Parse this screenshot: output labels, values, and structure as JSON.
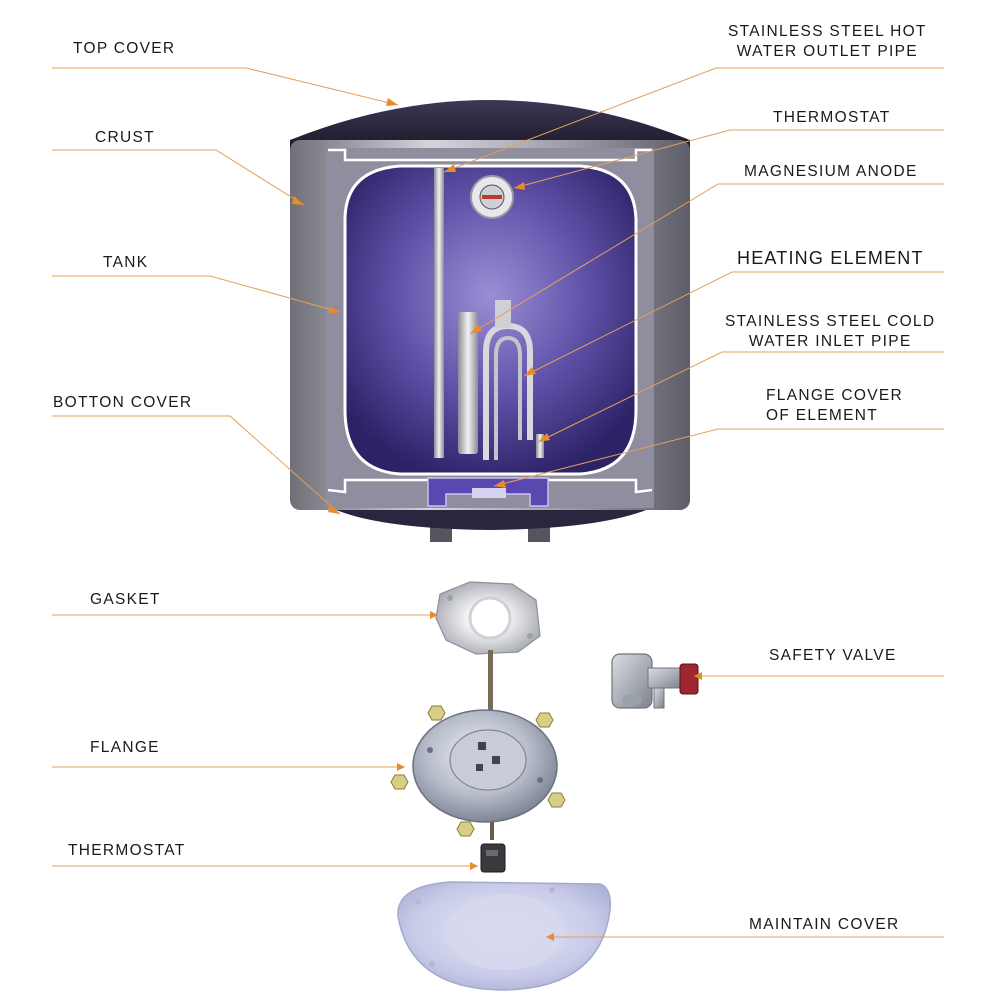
{
  "labels": {
    "top_cover": "TOP COVER",
    "crust": "CRUST",
    "tank": "TANK",
    "botton_cover": "BOTTON COVER",
    "outlet_pipe_line1": "STAINLESS STEEL HOT",
    "outlet_pipe_line2": "WATER OUTLET PIPE",
    "thermostat_top": "THERMOSTAT",
    "magnesium_anode": "MAGNESIUM ANODE",
    "heating_element": "HEATING ELEMENT",
    "inlet_pipe_line1": "STAINLESS STEEL COLD",
    "inlet_pipe_line2": "WATER INLET PIPE",
    "flange_cover_line1": "FLANGE COVER",
    "flange_cover_line2": "OF ELEMENT",
    "gasket": "GASKET",
    "flange": "FLANGE",
    "thermostat_bottom": "THERMOSTAT",
    "safety_valve": "SAFETY VALVE",
    "maintain_cover": "MAINTAIN COVER"
  },
  "colors": {
    "leader_line": "#e3a15a",
    "arrow_tip": "#ea8b2a",
    "tank_interior": "#5a4a9e",
    "crust_metal": "#a3a3ad",
    "cover_dark": "#26233a"
  }
}
